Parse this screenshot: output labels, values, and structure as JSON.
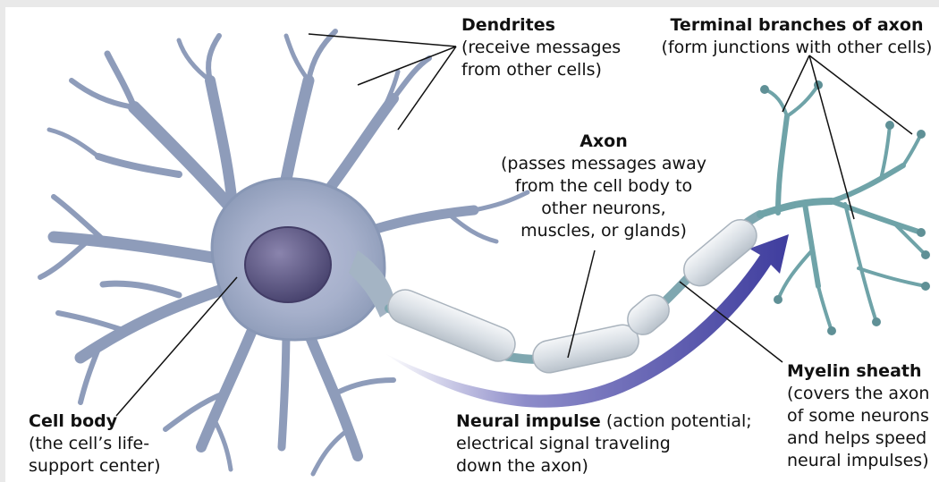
{
  "labels": {
    "dendrites": {
      "title": "Dendrites",
      "desc": [
        "(receive messages",
        "from other cells)"
      ]
    },
    "terminal": {
      "title": "Terminal branches of axon",
      "desc": [
        "(form junctions with other cells)"
      ]
    },
    "axon": {
      "title": "Axon",
      "desc": [
        "(passes messages away",
        "from the cell body to",
        "other neurons,",
        "muscles, or glands)"
      ]
    },
    "myelin": {
      "title": "Myelin sheath",
      "desc": [
        "(covers the axon",
        "of some neurons",
        "and helps speed",
        "neural impulses)"
      ]
    },
    "cellbody": {
      "title": "Cell body",
      "desc": [
        "(the cell’s life-",
        "support center)"
      ]
    },
    "impulse": {
      "title": "Neural impulse",
      "inline": " (action potential;",
      "desc": [
        "electrical signal traveling",
        "down the axon)"
      ]
    }
  },
  "colors": {
    "neuron": "#9aa7c2",
    "neuron_dark": "#6f7e9e",
    "nucleus": "#5b567f",
    "axon_terminal": "#6fa3a8",
    "myelin": "#dfe5ea",
    "impulse_arrow": "#4c4aa8"
  }
}
